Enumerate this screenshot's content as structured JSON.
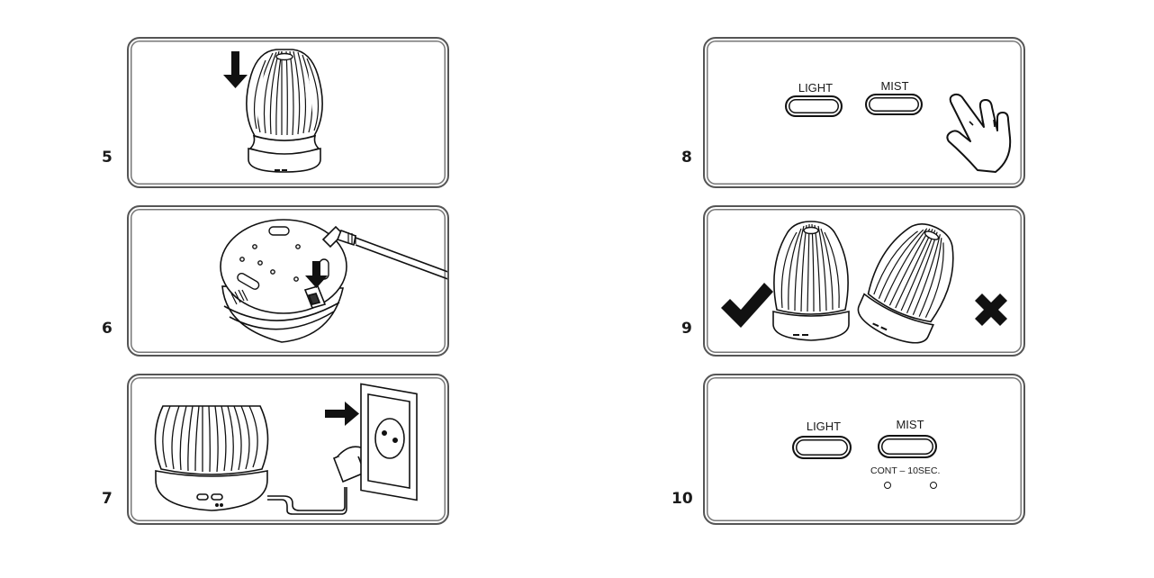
{
  "steps": [
    {
      "number": "5"
    },
    {
      "number": "6"
    },
    {
      "number": "7"
    },
    {
      "number": "8",
      "light_label": "LIGHT",
      "mist_label": "MIST"
    },
    {
      "number": "9"
    },
    {
      "number": "10",
      "light_label": "LIGHT",
      "mist_label": "MIST",
      "timer_label": "CONT – 10SEC."
    }
  ],
  "icons": {
    "step5": [
      "down-arrow-icon",
      "diffuser-icon"
    ],
    "step6": [
      "diffuser-base-icon",
      "power-plug-icon"
    ],
    "step7": [
      "diffuser-icon",
      "power-adapter-icon",
      "wall-socket-icon",
      "right-arrow-icon"
    ],
    "step8": [
      "hand-pointer-icon"
    ],
    "step9": [
      "check-icon",
      "diffuser-upright-icon",
      "diffuser-tilted-icon",
      "cross-icon"
    ]
  },
  "colors": {
    "line": "#111111",
    "frame": "#555555"
  }
}
